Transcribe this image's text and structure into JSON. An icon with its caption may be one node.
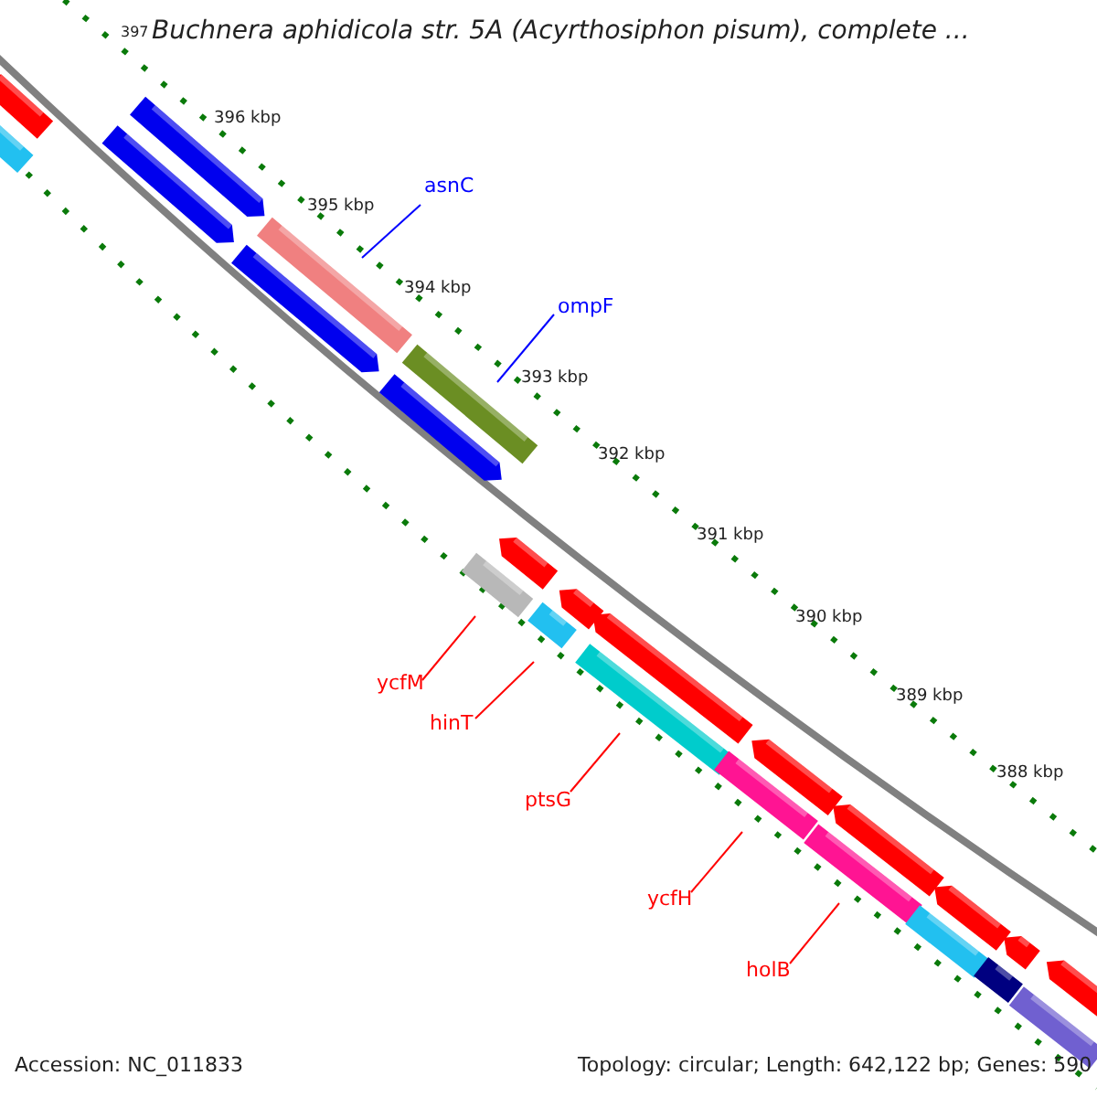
{
  "diagram": {
    "title": "Buchnera aphidicola str. 5A (Acyrthosiphon pisum), complete ...",
    "nodes": [
      {
        "text": [],
        "shape": "bar"
      },
      {
        "text": [],
        "shape": "bar"
      },
      {
        "text": [],
        "shape": "bar"
      },
      {
        "text": [],
        "shape": "bar"
      },
      {
        "text": [
          "asnC"
        ]
      },
      {
        "text": [],
        "shape": "bar"
      },
      {
        "text": [],
        "shape": "bar"
      },
      {
        "text": [
          "ompF"
        ]
      },
      {
        "text": [],
        "shape": "bar"
      },
      {
        "text": [],
        "shape": "bar"
      },
      {
        "text": [],
        "shape": "bar"
      },
      {
        "text": [
          "ycfM"
        ]
      },
      {
        "text": [],
        "shape": "bar"
      },
      {
        "text": [],
        "shape": "bar"
      },
      {
        "text": [
          "hinT"
        ]
      },
      {
        "text": [],
        "shape": "bar"
      },
      {
        "text": [],
        "shape": "bar"
      },
      {
        "text": [
          "ptsG"
        ]
      },
      {
        "text": [],
        "shape": "bar"
      },
      {
        "text": [],
        "shape": "bar"
      },
      {
        "text": [
          "ycfH"
        ]
      },
      {
        "text": [],
        "shape": "bar"
      },
      {
        "text": [],
        "shape": "bar"
      },
      {
        "text": [
          "holB"
        ]
      },
      {
        "text": [],
        "shape": "bar"
      },
      {
        "text": [],
        "shape": "bar"
      },
      {
        "text": [],
        "shape": "bar"
      },
      {
        "text": [],
        "shape": "bar"
      },
      {
        "text": [],
        "shape": "bar"
      },
      {
        "text": [],
        "shape": "bar"
      },
      {
        "text": [],
        "shape": "bar"
      }
    ],
    "edges": [
      {
        "from": 4,
        "to": 5,
        "arrow": "none",
        "color": "#0000ff"
      },
      {
        "from": 7,
        "to": 8,
        "arrow": "none",
        "color": "#0000ff"
      },
      {
        "from": 11,
        "to": 12,
        "arrow": "none"
      },
      {
        "from": 14,
        "to": 15,
        "arrow": "none"
      },
      {
        "from": 17,
        "to": 18,
        "arrow": "none"
      },
      {
        "from": 20,
        "to": 21,
        "arrow": "none"
      },
      {
        "from": 23,
        "to": 24,
        "arrow": "none"
      }
    ],
    "labels": [
      "397",
      "396 kbp",
      "395 kbp",
      "394 kbp",
      "393 kbp",
      "392 kbp",
      "391 kbp",
      "390 kbp",
      "389 kbp",
      "388 kbp",
      "Accession: NC_011833",
      "Topology: circular; Length: 642,122 bp; Genes: 590"
    ]
  }
}
